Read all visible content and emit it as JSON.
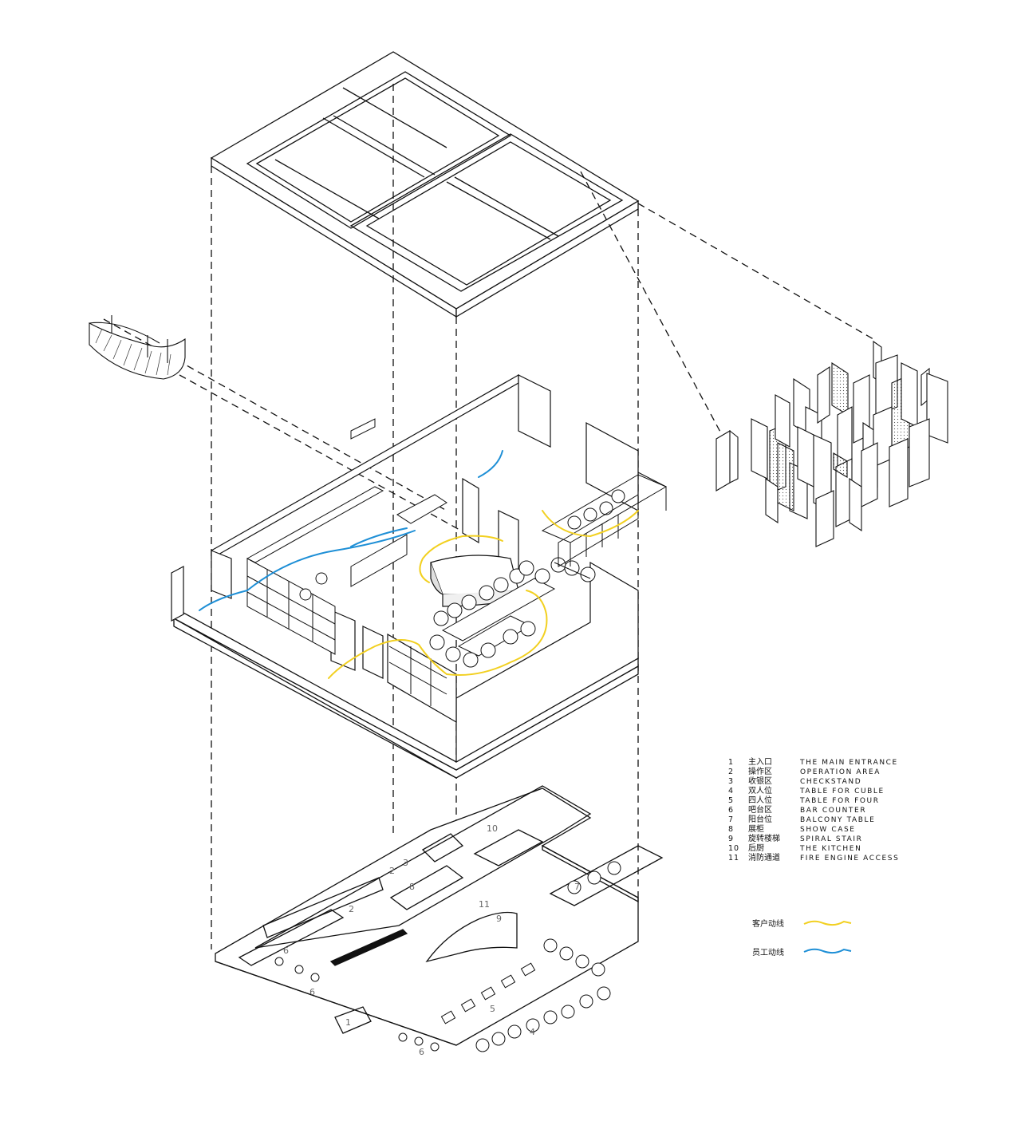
{
  "legend": {
    "items": [
      {
        "num": "1",
        "cn": "主入口",
        "en": "THE MAIN ENTRANCE"
      },
      {
        "num": "2",
        "cn": "操作区",
        "en": "OPERATION   AREA"
      },
      {
        "num": "3",
        "cn": "收银区",
        "en": "CHECKSTAND"
      },
      {
        "num": "4",
        "cn": "双人位",
        "en": "TABLE FOR CUBLE"
      },
      {
        "num": "5",
        "cn": "四人位",
        "en": "TABLE FOR FOUR"
      },
      {
        "num": "6",
        "cn": "吧台区",
        "en": "BAR  COUNTER"
      },
      {
        "num": "7",
        "cn": "阳台位",
        "en": "BALCONY TABLE"
      },
      {
        "num": "8",
        "cn": "展柜",
        "en": "SHOW CASE"
      },
      {
        "num": "9",
        "cn": "旋转楼梯",
        "en": "SPIRAL STAIR"
      },
      {
        "num": "10",
        "cn": "后厨",
        "en": "THE  KITCHEN"
      },
      {
        "num": "11",
        "cn": "消防通道",
        "en": "FIRE ENGINE ACCESS"
      }
    ]
  },
  "flows": {
    "customer": {
      "label": "客户动线",
      "color": "#f2d020"
    },
    "staff": {
      "label": "员工动线",
      "color": "#1e8fd6"
    }
  },
  "plan_labels": [
    {
      "text": "1"
    },
    {
      "text": "2"
    },
    {
      "text": "2"
    },
    {
      "text": "3"
    },
    {
      "text": "4"
    },
    {
      "text": "5"
    },
    {
      "text": "6"
    },
    {
      "text": "6"
    },
    {
      "text": "6"
    },
    {
      "text": "7"
    },
    {
      "text": "8"
    },
    {
      "text": "9"
    },
    {
      "text": "10"
    },
    {
      "text": "11"
    }
  ],
  "colors": {
    "line": "#111111",
    "hatch": "#9a9a9a"
  }
}
